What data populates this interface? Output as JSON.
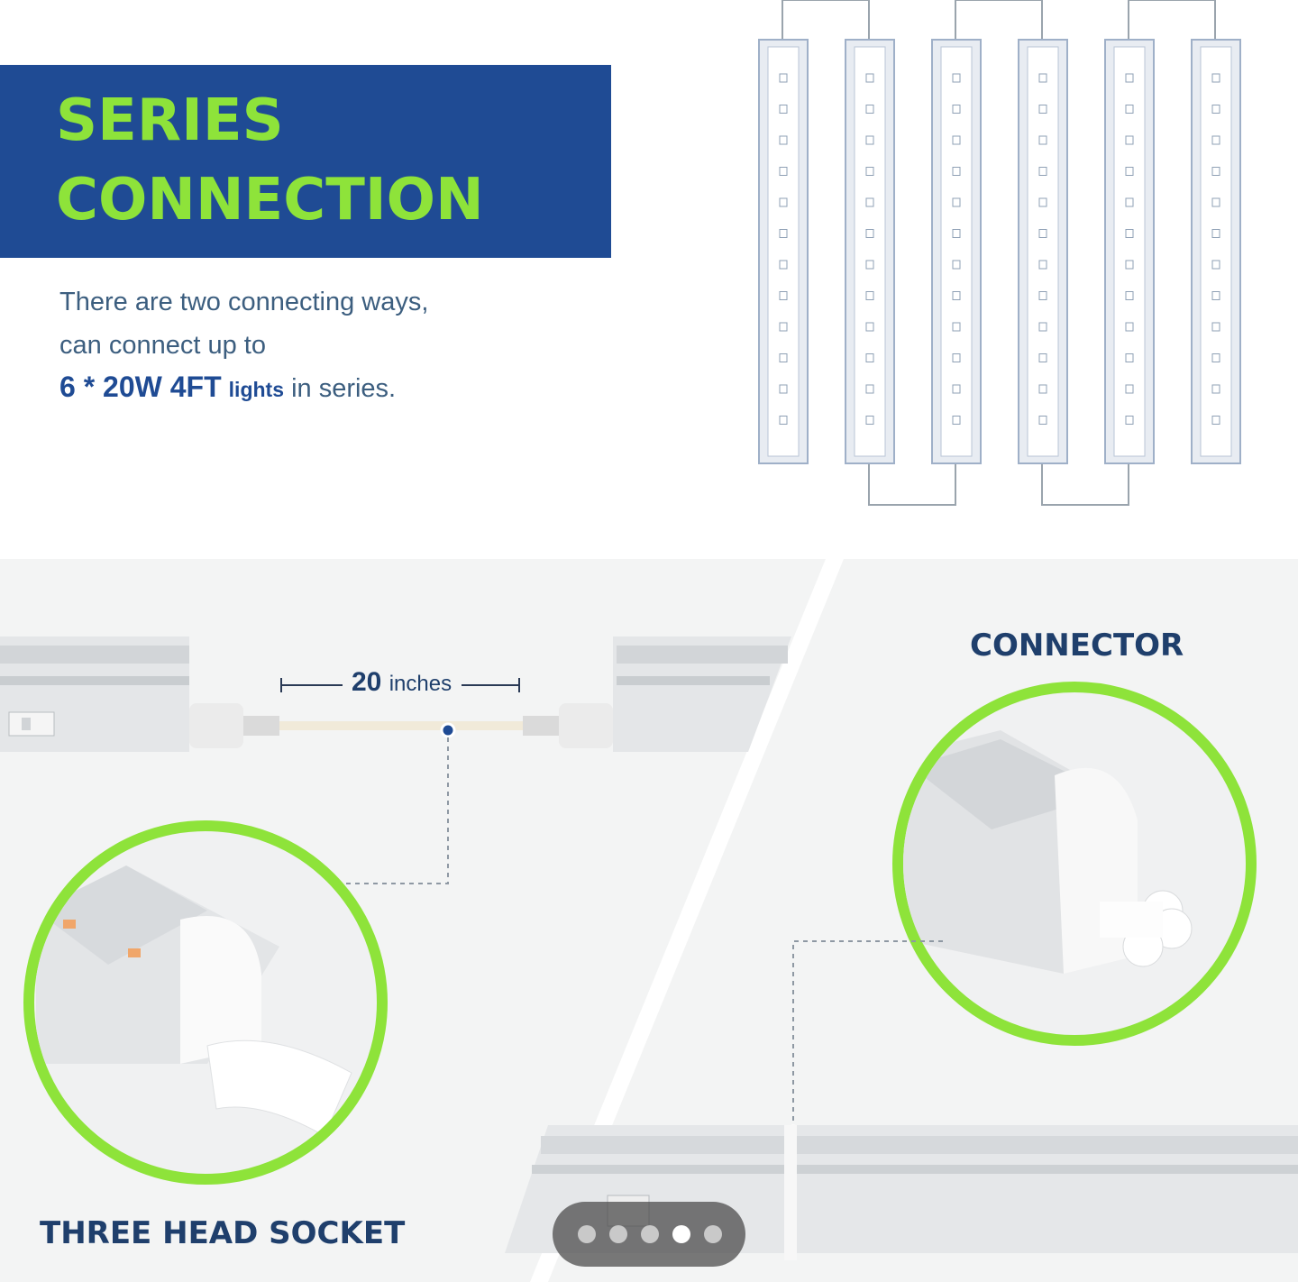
{
  "title": {
    "line1": "SERIES",
    "line2": "CONNECTION"
  },
  "description": {
    "line1": "There are two connecting ways,",
    "line2": "can connect up to",
    "line3_strong": "6 * 20W 4FT",
    "line3_small": "lights",
    "line3_rest": " in series."
  },
  "distance": {
    "value": "20",
    "unit": "inches"
  },
  "labels": {
    "connector": "CONNECTOR",
    "socket": "THREE HEAD SOCKET"
  },
  "carousel": {
    "count": 5,
    "active_index": 3
  },
  "colors": {
    "brand_blue": "#1f4b94",
    "accent_green": "#8ee33a",
    "label_navy": "#1f3f6c"
  }
}
